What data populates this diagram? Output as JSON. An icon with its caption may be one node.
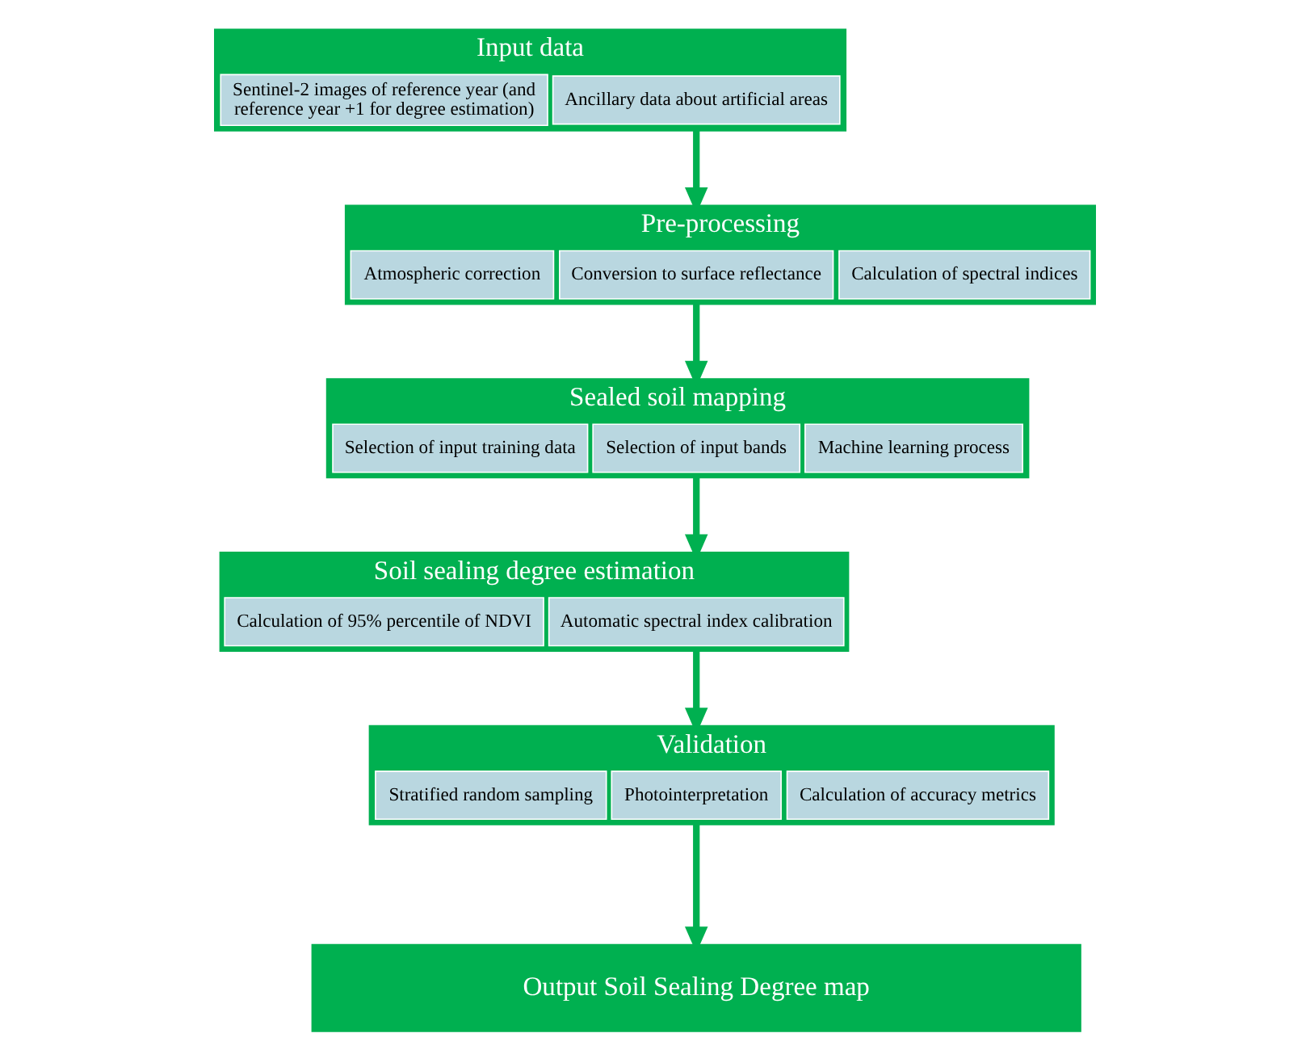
{
  "diagram": {
    "nodes": [
      {
        "text": [
          "Input data"
        ]
      },
      {
        "text": [
          "Sentinel-2 images of reference year (and reference year +1 for degree estimation)"
        ],
        "in": 0
      },
      {
        "text": [
          "Ancillary data about artificial areas"
        ],
        "in": 0
      },
      {
        "text": [
          "Pre-processing"
        ]
      },
      {
        "text": [
          "Atmospheric correction"
        ],
        "in": 3
      },
      {
        "text": [
          "Conversion to surface reflectance"
        ],
        "in": 3
      },
      {
        "text": [
          "Calculation of spectral indices"
        ],
        "in": 3
      },
      {
        "text": [
          "Sealed soil mapping"
        ]
      },
      {
        "text": [
          "Selection of input training data"
        ],
        "in": 7
      },
      {
        "text": [
          "Selection of input bands"
        ],
        "in": 7
      },
      {
        "text": [
          "Machine learning process"
        ],
        "in": 7
      },
      {
        "text": [
          "Soil sealing degree estimation"
        ]
      },
      {
        "text": [
          "Calculation of 95% percentile of NDVI"
        ],
        "in": 11
      },
      {
        "text": [
          "Automatic spectral index calibration"
        ],
        "in": 11
      },
      {
        "text": [
          "Validation"
        ]
      },
      {
        "text": [
          "Stratified random sampling"
        ],
        "in": 14
      },
      {
        "text": [
          "Photointerpretation"
        ],
        "in": 14
      },
      {
        "text": [
          "Calculation of accuracy metrics"
        ],
        "in": 14
      },
      {
        "text": [
          "Output Soil Sealing Degree map"
        ]
      }
    ],
    "edges": [
      {
        "from": 0,
        "to": 3,
        "arrow": "to"
      },
      {
        "from": 3,
        "to": 7,
        "arrow": "to"
      },
      {
        "from": 7,
        "to": 11,
        "arrow": "to"
      },
      {
        "from": 11,
        "to": 14,
        "arrow": "to"
      },
      {
        "from": 14,
        "to": 18,
        "arrow": "to"
      }
    ]
  }
}
